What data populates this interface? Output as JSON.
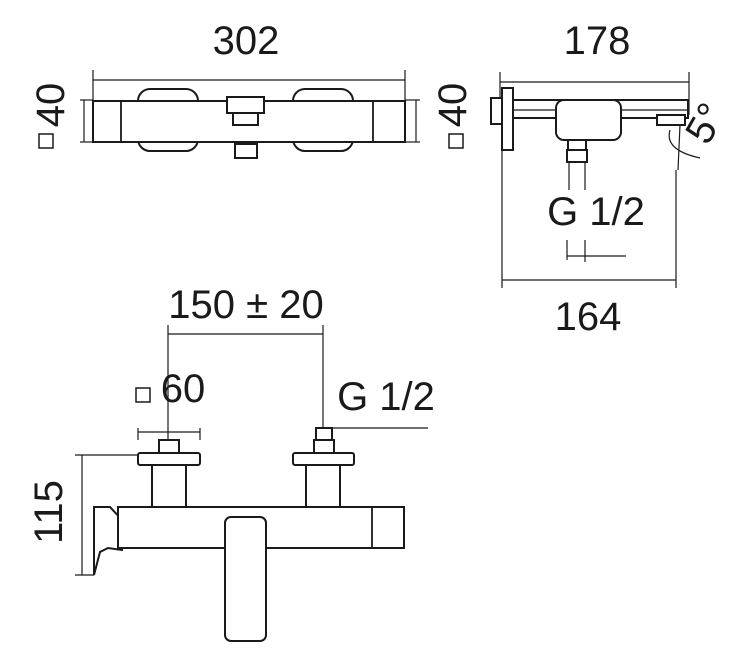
{
  "top_view": {
    "width_label": "302",
    "left_side_label": "40",
    "right_side_label": "40"
  },
  "side_view": {
    "depth_label": "178",
    "angle_label": "5°",
    "connection_label": "G 1/2",
    "base_depth_label": "164"
  },
  "front_view": {
    "spacing_label": "150 ± 20",
    "square_label": "60",
    "connection_label": "G 1/2",
    "height_label": "115"
  }
}
